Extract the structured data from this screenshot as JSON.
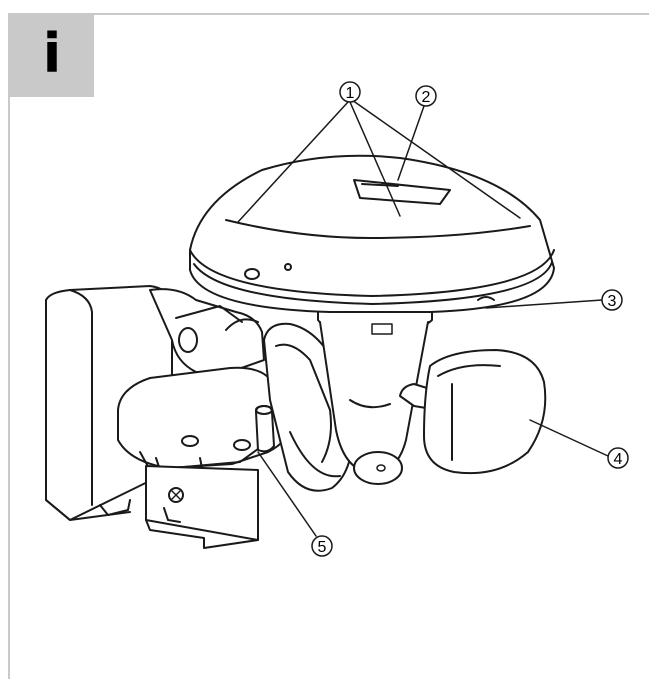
{
  "info_badge": {
    "letter": "i",
    "background": "#c9c9c9"
  },
  "frame_color": "#c9c9c9",
  "callouts": [
    {
      "id": "c1",
      "label": "1"
    },
    {
      "id": "c2",
      "label": "2"
    },
    {
      "id": "c3",
      "label": "3"
    },
    {
      "id": "c4",
      "label": "4"
    },
    {
      "id": "c5",
      "label": "5"
    }
  ]
}
